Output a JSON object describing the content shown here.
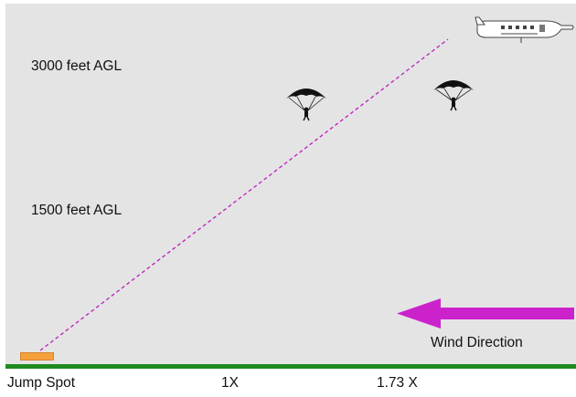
{
  "altitudes": {
    "high": "3000 feet AGL",
    "mid": "1500 feet AGL"
  },
  "ground_labels": {
    "jump_spot": "Jump Spot",
    "one_x": "1X",
    "ratio": "1.73 X"
  },
  "wind": {
    "label": "Wind Direction",
    "arrow_color": "#cc22cc"
  },
  "colors": {
    "sky": "#e4e4e4",
    "ground": "#1f8a1f",
    "jump_spot": "#f5a13c",
    "flight_path": "#c02ac0"
  },
  "icons": [
    "airplane-icon",
    "parachutist-icon",
    "parachutist-icon",
    "wind-arrow-icon"
  ]
}
